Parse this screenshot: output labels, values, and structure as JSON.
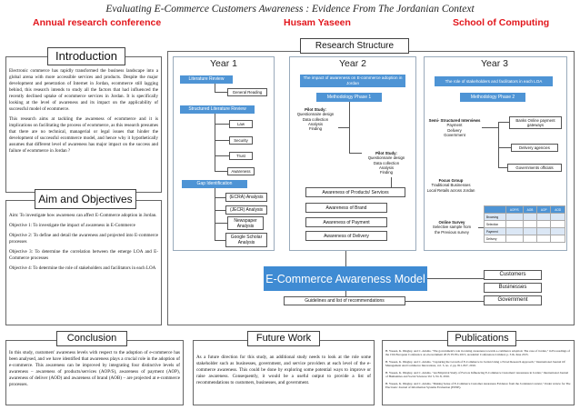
{
  "header": {
    "title": "Evaluating E-Commerce Customers Awareness : Evidence From The Jordanian Context",
    "left": "Annual research conference",
    "center": "Husam Yaseen",
    "right": "School of Computing"
  },
  "introduction": {
    "heading": "Introduction",
    "p1": "Electronic commerce has rapidly transformed the business landscape into a global arena with more accessible services and products. Despite the major development and penetration of Internet in Jordan, ecommerce still lagging behind, this research intends to study all the factors that had influenced the recently declined uptake of ecommerce services in Jordan. It is specifically looking at the level of awareness and its impact on the applicability of successful model of ecommerce.",
    "p2": "This research aims at tackling the awareness of ecommerce and it is implications on facilitating the process of ecommerce, as this research presumes that there are no technical, managerial or legal issues that hinder the development of successful ecommerce model, and hence why it hypothetically assumes that different level of awareness has major impact on the success and failure of ecommerce in Jordan ?"
  },
  "aims": {
    "heading": "Aim and Objectives",
    "items": [
      "Aim: To investigate how awareness can affect E-Commerce adoption in Jordan.",
      "Objective 1: To investigate the impact of awareness in E-Commerce",
      "Objective 2: To define and detail the awareness and projected into E-commerce processes",
      "Objective 3: To determine the correlation between the emerge LOA and E-Commerce processes",
      "Objective 4: To determine the role of stakeholders and facilitators in each LOA"
    ]
  },
  "structure": {
    "heading": "Research Structure",
    "year1": {
      "label": "Year 1",
      "literature_review": "Literature Review",
      "general_reading": "General Reading",
      "structured_review": "Structured Literature Review",
      "items": [
        "Law",
        "Security",
        "Trust",
        "Awareness"
      ],
      "gap": "Gap Identification",
      "gap_items": [
        "(ECRA) Analysis",
        "(JECR) Analysis",
        "Newspaper Analysis",
        "Google Scholar Analysis"
      ]
    },
    "year2": {
      "label": "Year 2",
      "impact": "The impact of awareness on E-commerce adoption in Jordan",
      "phase1": "Methodology Phase 1",
      "pilot1_title": "Pilot Study:",
      "pilot1_lines": [
        "Questionnaire design",
        "Data collection",
        "Analysis",
        "Finding"
      ],
      "pilot2_title": "Pilot Study:",
      "pilot2_lines": [
        "Questionnaire design",
        "Data collection",
        "Analysis",
        "Finding"
      ],
      "awareness_items": [
        "Awareness of Products/ Services",
        "Awareness of Brand",
        "Awareness of Payment",
        "Awareness of Delivery"
      ]
    },
    "year3": {
      "label": "Year 3",
      "role": "The role of stakeholders and facilitators in each LOA",
      "phase2": "Methodology Phase 2",
      "semi_title": "Semi- Structured Interviews",
      "semi_lines": [
        "Payment",
        "Delivery",
        "Government"
      ],
      "targets": [
        "Banks Online payment gateways",
        "Delivery agencies",
        "Governments officials"
      ],
      "focus_title": "Focus Group",
      "focus_lines": [
        "Traditional Businesses",
        "Local Retails across Jordan"
      ],
      "survey_title": "Online Survey",
      "survey_lines": [
        "Selective sample from",
        "the Previous survey"
      ],
      "table_headers": [
        "",
        "AOP/S",
        "AOB",
        "AOP",
        "AOD"
      ],
      "table_rows": [
        "Browsing",
        "Selection",
        "Payment",
        "Delivery"
      ]
    },
    "model": "E-Commerce Awareness Model",
    "guidelines": "Guidelines and list of  recommendations",
    "outputs": [
      "Customers",
      "Businesses",
      "Government"
    ]
  },
  "conclusion": {
    "heading": "Conclusion",
    "text": "In this study, customers' awareness levels with respect to the adoption of e-commerce has been analysed, and we have identified that awareness plays a crucial role in the adoption of e-commerce. This awareness can be improved by integrating four distinctive levels of awareness – awareness of products/services (AOP/S), awareness of payment (AOP), awareness of deliver (AOD) and awareness of brand (AOB) – are projected at e-commerce processes."
  },
  "future": {
    "heading": "Future Work",
    "text": "As a future direction for this study, an additional study needs to look at the role some stakeholder such as businesses, government, and service providers at each level of the e-commerce awareness. This could be done by exploring some potential ways to improve or raise awareness. Consequently, it would be a useful output to provide a list of recommendations to customers, businesses, and government."
  },
  "publications": {
    "heading": "Publications",
    "items": [
      "H. Yaseen, K. Dingley, and C. Adams, \"The government's role in raising awareness towards e-commerce adoption: The case of Jordan,\" in Proceedings of the 15th European Conference on eGovernment 2015: ECEG 2015, Academic Conferences Limited, p. 316, June 2015.",
      "H. Yaseen, K. Dingley, and C. Adams, \"Capturing the Growth of E-Commerce in Jordan Using a Novel Research Approach,\" International Journal Of Management And Commerce Innovations, vol. 3, no. 2, pp. 811–827, 2016.",
      "H. Yaseen, K. Dingley, and C. Adams, \"An Empirical Study of Factors Influencing E-Commerce Customers' Awareness in Jordan,\" International Journal of Humanities and Social Sciences Vol 3, No 8, 2016.",
      "H. Yaseen, K. Dingley, and C. Adams, \"Making Sense of E-Commerce Customer Awareness Evidence from the Jordanian Context,\" Under review for The Electronic Journal of Information Systems Evaluation (EJISE)."
    ]
  }
}
